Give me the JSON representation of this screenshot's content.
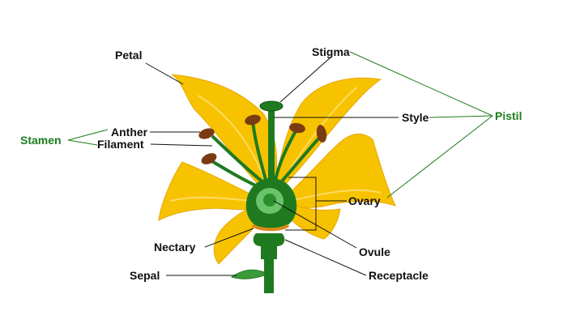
{
  "labels": {
    "petal": "Petal",
    "stigma": "Stigma",
    "style": "Style",
    "pistil": "Pistil",
    "stamen": "Stamen",
    "anther": "Anther",
    "filament": "Filament",
    "ovary": "Ovary",
    "nectary": "Nectary",
    "ovule": "Ovule",
    "sepal": "Sepal",
    "receptacle": "Receptacle"
  },
  "colors": {
    "petal": "#f7c200",
    "stem_green": "#1f7a1f",
    "ovary_light": "#6bc46b",
    "anther_brown": "#7a3b12",
    "nectary_orange": "#d98a1a",
    "pistil_label": "#1e7d1e"
  }
}
